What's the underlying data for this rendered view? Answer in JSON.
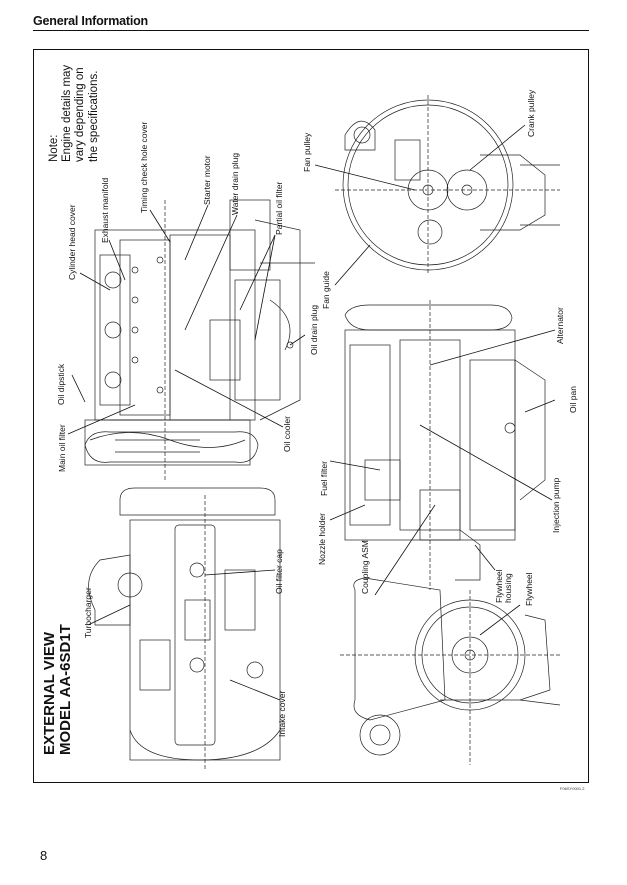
{
  "header": {
    "section_title": "General Information"
  },
  "figure": {
    "title_line1": "EXTERNAL VIEW",
    "title_line2": "MODEL AA-6SD1T",
    "note": {
      "line1": "Note:",
      "line2": "Engine details may",
      "line3": "vary depending on",
      "line4": "the specifications."
    },
    "labels": {
      "cylinder_head_cover": "Cylinder head cover",
      "exhaust_manifold": "Exhaust manifold",
      "timing_check_hole_cover": "Timing check hole cover",
      "starter_motor": "Starter motor",
      "water_drain_plug": "Water drain plug",
      "partial_oil_filter": "Partial oil filter",
      "fan_pulley": "Fan pulley",
      "crank_pulley": "Crank pulley",
      "fan_guide": "Fan guide",
      "oil_drain_plug": "Oil drain plug",
      "oil_dipstick": "Oil dipstick",
      "main_oil_filter": "Main oil filter",
      "oil_cooler": "Oil cooler",
      "alternator": "Alternator",
      "oil_pan": "Oil pan",
      "fuel_filter": "Fuel filter",
      "nozzle_holder": "Nozzle holder",
      "injection_pump": "Injection pump",
      "coupling_asm": "Coupling ASM",
      "flywheel_housing_line1": "Flywheel",
      "flywheel_housing_line2": "housing",
      "flywheel": "Flywheel",
      "turbocharger": "Turbocharger",
      "oil_filter_cap": "Oil filter cap",
      "intake_cover": "Intake cover"
    },
    "figure_id": "F06SY0001.2"
  },
  "footer": {
    "page_number": "8"
  }
}
